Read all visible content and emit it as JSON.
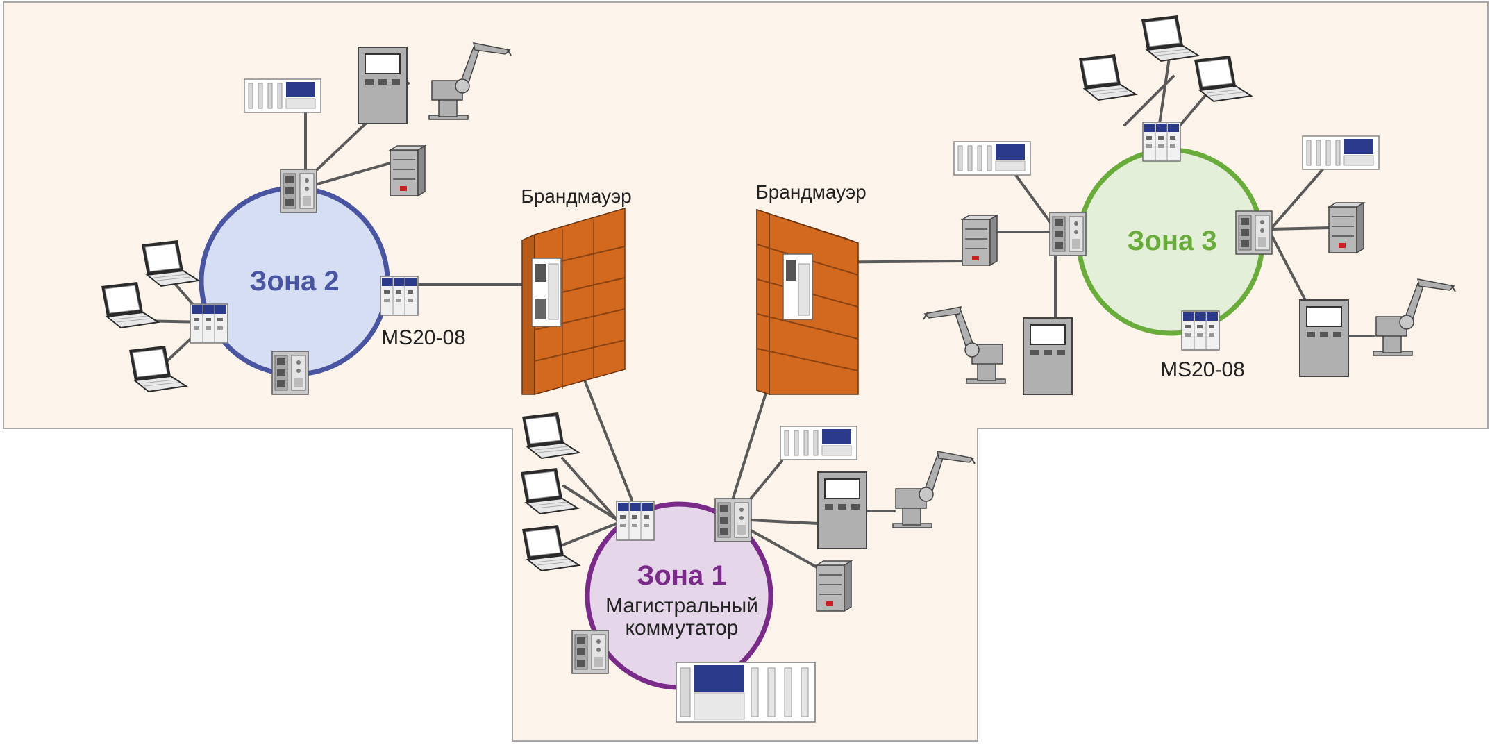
{
  "colors": {
    "background_panel": "#fcf4ea",
    "panel_border": "#a8a8a8",
    "zone1": "#7a2a88",
    "zone1_fill": "#e6d6ea",
    "zone2": "#4a55a2",
    "zone2_fill": "#d6def3",
    "zone3": "#6aac3c",
    "zone3_fill": "#e3efd9",
    "firewall": "#d2691e",
    "cable": "#5a5a5a"
  },
  "zones": {
    "zone1": {
      "title": "Зона 1",
      "subtitle_line1": "Магистральный",
      "subtitle_line2": "коммутатор"
    },
    "zone2": {
      "title": "Зона 2"
    },
    "zone3": {
      "title": "Зона 3"
    }
  },
  "firewalls": {
    "left": {
      "label": "Брандмауэр"
    },
    "right": {
      "label": "Брандмауэр"
    }
  },
  "switch_labels": {
    "zone2": "MS20-08",
    "zone3": "MS20-08"
  },
  "icons": [
    "laptop-icon",
    "server-icon",
    "hmi-panel-icon",
    "robot-arm-icon",
    "plc-rack-icon",
    "switch-icon",
    "firewall-icon"
  ]
}
